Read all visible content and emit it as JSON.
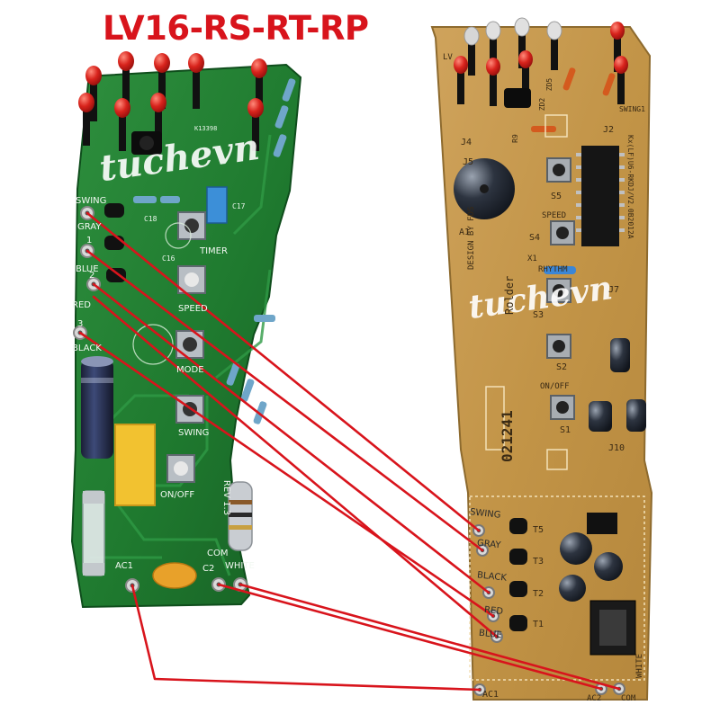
{
  "title": "LV16-RS-RT-RP",
  "watermark": "tuchevn",
  "left_board": {
    "wire_labels": [
      "SWING",
      "GRAY",
      "1",
      "BLUE",
      "2",
      "RED",
      "3",
      "BLACK"
    ],
    "buttons": [
      "TIMER",
      "SPEED",
      "MODE",
      "SWING",
      "ON/OFF"
    ],
    "bottom_labels": [
      "AC1",
      "C2",
      "COM",
      "WHITE",
      "REV 1.3"
    ],
    "chip_text": "K13398",
    "part_labels": [
      "C17",
      "C18",
      "C16"
    ]
  },
  "right_board": {
    "terminal_labels": [
      "SWING",
      "GRAY",
      "BLACK",
      "RED",
      "BLUE"
    ],
    "transistors": [
      "T5",
      "T3",
      "T2",
      "T1"
    ],
    "switches": [
      "S5",
      "SPEED",
      "S4",
      "RHYTHM",
      "S3",
      "S2",
      "ON/OFF",
      "S1"
    ],
    "bottom_labels": [
      "AC1",
      "AC2",
      "COM",
      "WHITE"
    ],
    "misc_labels": [
      "J4",
      "J5",
      "J2",
      "J7",
      "J10",
      "A1",
      "X1",
      "LV",
      "DESIGN BY FDS",
      "Rolder",
      "021241",
      "SWING1",
      "ZD2",
      "ZD5",
      "R9"
    ],
    "stamp": "Kx(LF)U6-RKDJ/V2.0B2012A"
  },
  "colors": {
    "title": "#d8141c",
    "wire": "#d8141c",
    "left_pcb": "#1f7a2f",
    "right_pcb": "#c69a52",
    "watermark": "#ffffff"
  }
}
